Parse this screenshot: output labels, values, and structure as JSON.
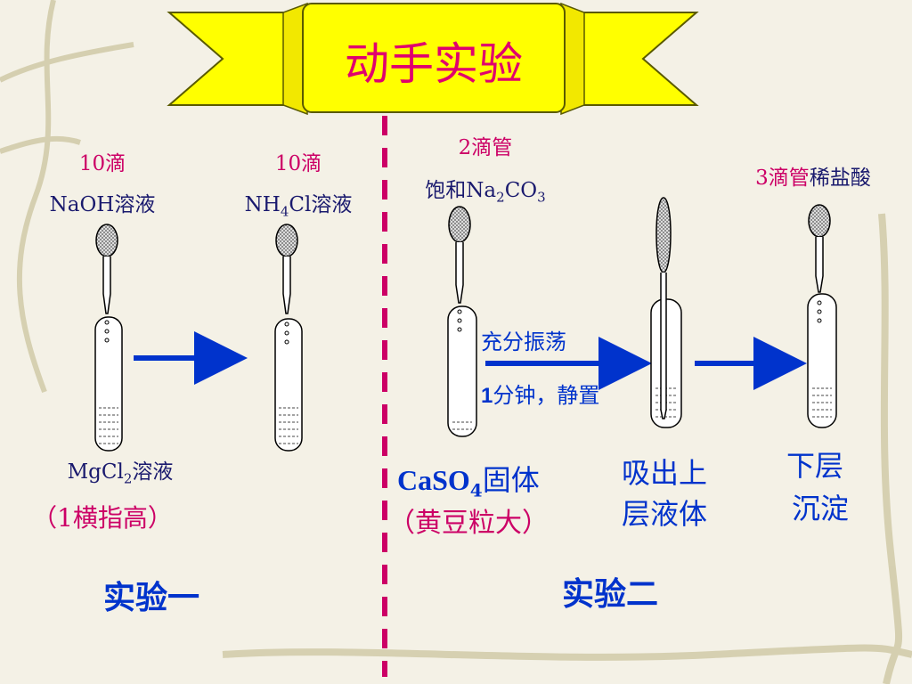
{
  "title": "动手实验",
  "colors": {
    "banner_fill": "#ffff00",
    "banner_text": "#e0006e",
    "magenta": "#cc0066",
    "navy": "#1a1a6e",
    "blue": "#0033cc",
    "divider": "#cc0066",
    "arrow": "#0033cc"
  },
  "experiment1": {
    "reagent1": {
      "drops": "10滴",
      "name": "NaOH溶液"
    },
    "reagent2": {
      "drops": "10滴",
      "name_pre": "NH",
      "name_sub": "4",
      "name_post": "Cl溶液"
    },
    "solution": {
      "name_pre": "MgCl",
      "name_sub": "2",
      "name_post": "溶液",
      "amount": "（1横指高）"
    },
    "label": "实验一"
  },
  "experiment2": {
    "reagent1": {
      "drops": "2滴管",
      "name_pre": "饱和Na",
      "name_sub1": "2",
      "name_mid": "CO",
      "name_sub2": "3"
    },
    "reagent2": {
      "drops": "3滴管",
      "name": "稀盐酸"
    },
    "step1": "充分振荡",
    "step2_num": "1",
    "step2_text": "分钟，静置",
    "solid": {
      "name_pre": "CaSO",
      "name_sub": "4",
      "name_post": "固体",
      "size": "（黄豆粒大）"
    },
    "step3_line1": "吸出上",
    "step3_line2": "层液体",
    "step4_line1": "下层",
    "step4_line2": "沉淀",
    "label": "实验二"
  }
}
